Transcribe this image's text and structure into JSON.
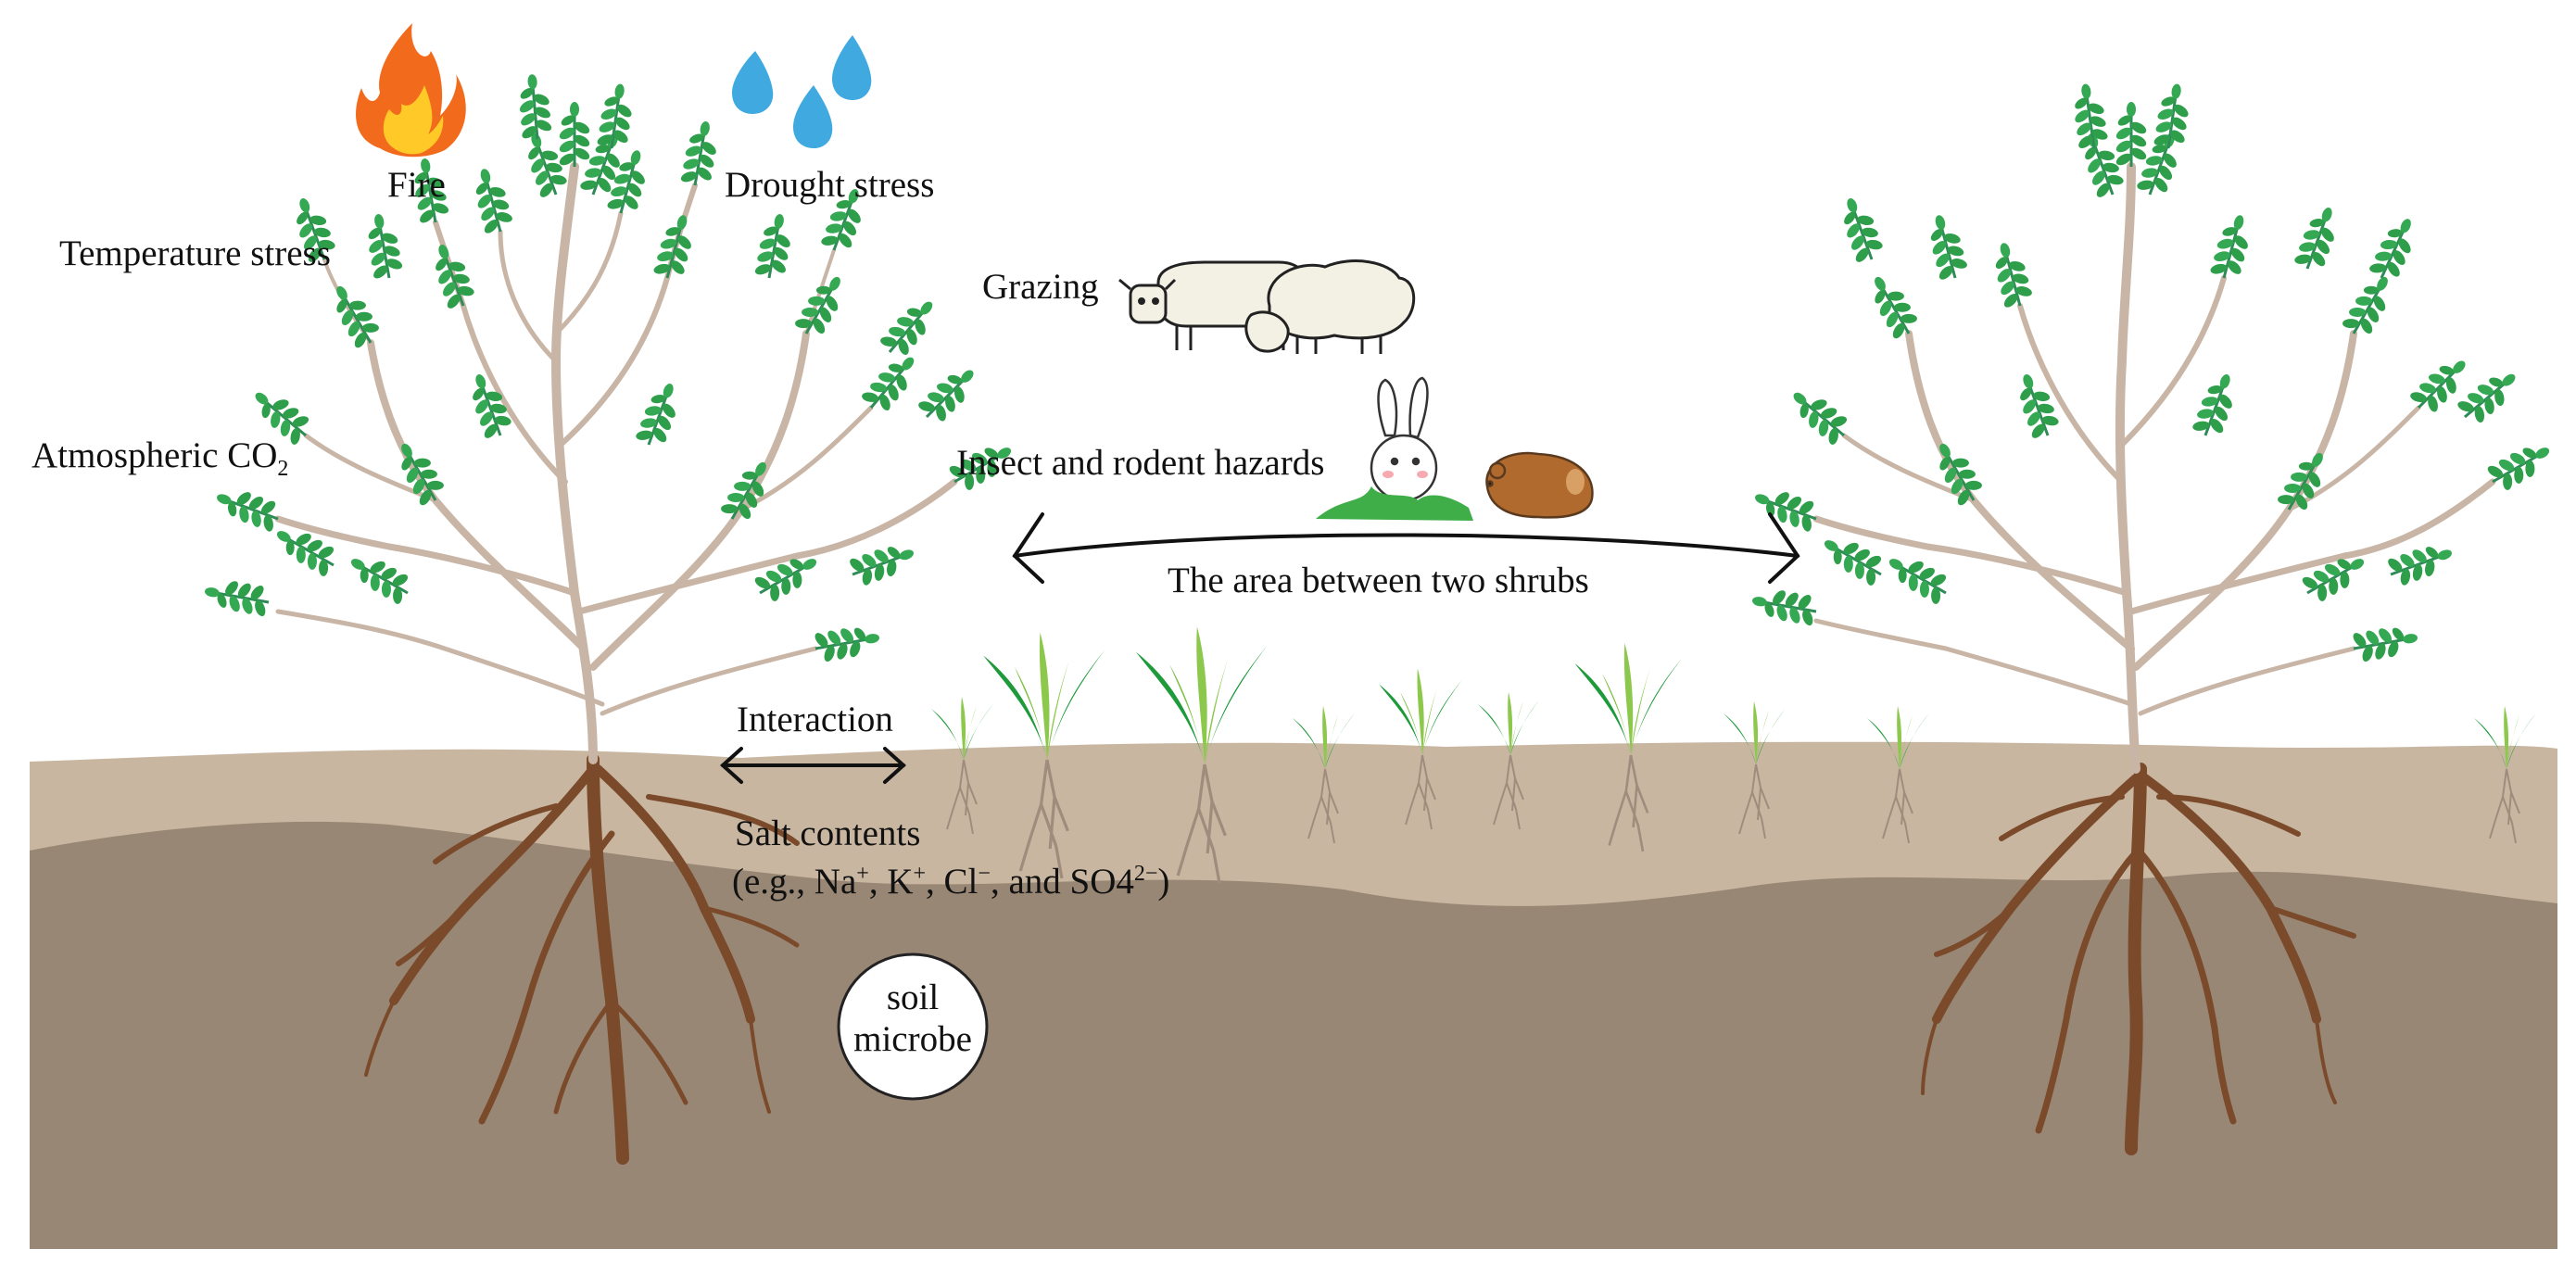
{
  "labels": {
    "fire": "Fire",
    "drought": "Drought stress",
    "temperature": "Temperature stress",
    "co2_prefix": "Atmospheric CO",
    "co2_sub": "2",
    "grazing": "Grazing",
    "insect_rodent": "Insect and rodent hazards",
    "between_shrubs": "The area between two shrubs",
    "interaction": "Interaction",
    "salt_title": "Salt contents",
    "salt_open": "(e.g., Na",
    "salt_na_sup": "+",
    "salt_k": ", K",
    "salt_k_sup": "+",
    "salt_cl": ", Cl",
    "salt_cl_sup": "−",
    "salt_so4": ", and SO4",
    "salt_so4_sup": "2−",
    "salt_close": ")",
    "soil_microbe_line1": "soil",
    "soil_microbe_line2": "microbe"
  },
  "icons": [
    "fire-icon",
    "water-drops-icon",
    "cow-icon",
    "sheep-icon",
    "rabbit-icon",
    "hamster-icon",
    "shrub-left",
    "shrub-right",
    "grass-tufts"
  ],
  "colors": {
    "topsoil": "#C8B6A0",
    "subsoil": "#998775",
    "root": "#7A4A2A",
    "branch": "#C9B5A5",
    "leaf": "#2E9E4A",
    "grass_dark": "#1E9A3A",
    "grass_light": "#8CC84B",
    "water": "#3FA9E0",
    "fire_outer": "#F26B1D",
    "fire_inner": "#FFC928"
  }
}
